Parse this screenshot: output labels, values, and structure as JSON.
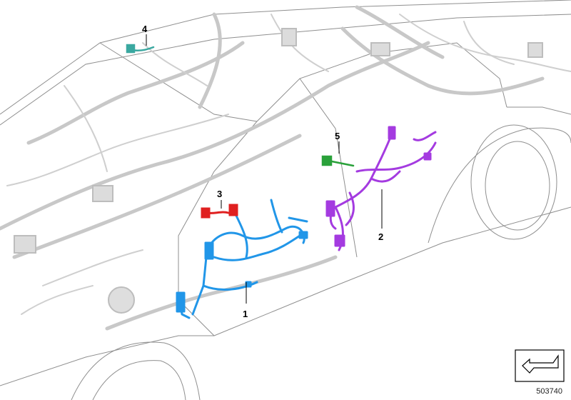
{
  "callouts": [
    {
      "id": "1",
      "label": "1",
      "part": "front-door-harness",
      "color": "#2196e8"
    },
    {
      "id": "2",
      "label": "2",
      "part": "rear-door-harness",
      "color": "#a43be0"
    },
    {
      "id": "3",
      "label": "3",
      "part": "adapter-lead",
      "color": "#e02020"
    },
    {
      "id": "4",
      "label": "4",
      "part": "roof-lead",
      "color": "#3aa8a0"
    },
    {
      "id": "5",
      "label": "5",
      "part": "connector-lead",
      "color": "#2aa13a"
    }
  ],
  "reference_number": "503740",
  "colors": {
    "car_outline": "#9a9a9a",
    "harness_gray": "#c6c6c6",
    "background": "#ffffff"
  }
}
